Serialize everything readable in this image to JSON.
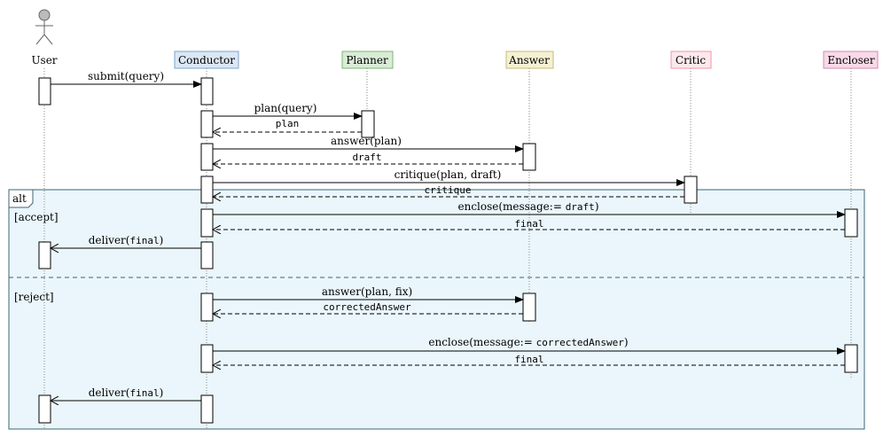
{
  "actor": {
    "label": "User"
  },
  "participants": [
    {
      "label": "Conductor",
      "fill": "#dbe7f4",
      "stroke": "#7ea4cc"
    },
    {
      "label": "Planner",
      "fill": "#d9ecd6",
      "stroke": "#7fb379"
    },
    {
      "label": "Answer",
      "fill": "#f4f0d2",
      "stroke": "#c9bd7a"
    },
    {
      "label": "Critic",
      "fill": "#fde9ec",
      "stroke": "#ee97a8"
    },
    {
      "label": "Encloser",
      "fill": "#f8d9e8",
      "stroke": "#d48aaf"
    }
  ],
  "messages": {
    "m1": {
      "text": "submit(query)"
    },
    "m2": {
      "text": "plan(query)"
    },
    "m3": {
      "text": "plan"
    },
    "m4": {
      "text": "answer(plan)"
    },
    "m5": {
      "text": "draft"
    },
    "m6": {
      "text": "critique(plan, draft)"
    },
    "m7": {
      "text": "critique"
    },
    "m8": {
      "pre": "enclose(message:= ",
      "code": "draft",
      "post": ")"
    },
    "m9": {
      "text": "final"
    },
    "m10": {
      "pre": "deliver(",
      "code": "final",
      "post": ")"
    },
    "m11": {
      "text": "answer(plan, fix)"
    },
    "m12": {
      "text": "correctedAnswer"
    },
    "m13": {
      "pre": "enclose(message:= ",
      "code": "correctedAnswer",
      "post": ")"
    },
    "m14": {
      "text": "final"
    },
    "m15": {
      "pre": "deliver(",
      "code": "final",
      "post": ")"
    }
  },
  "fragment": {
    "operator": "alt",
    "guard1": "[accept]",
    "guard2": "[reject]",
    "fill": "#eaf6fb",
    "stroke": "#3f6474"
  }
}
